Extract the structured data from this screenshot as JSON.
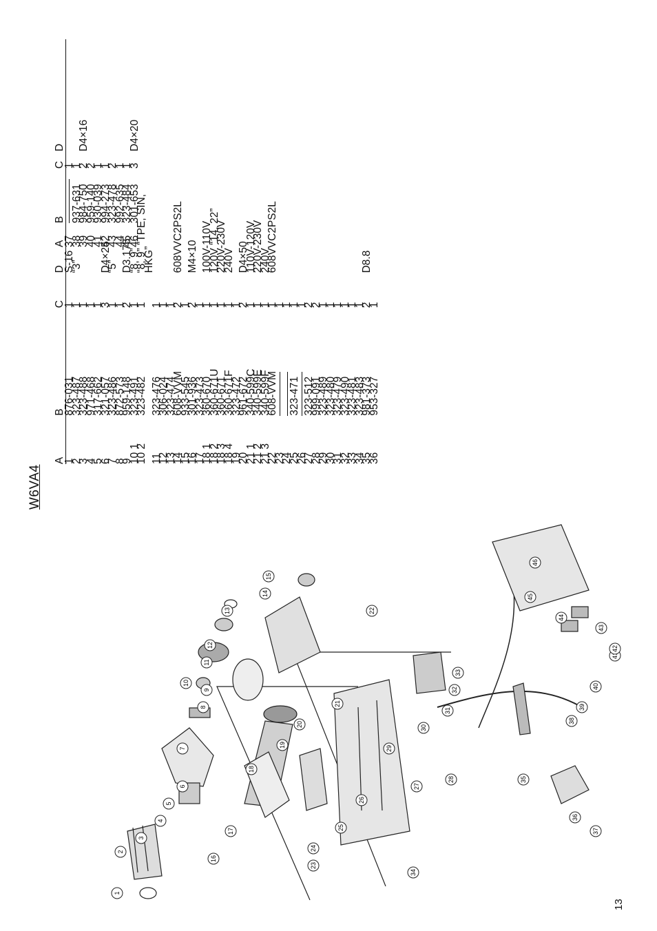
{
  "title": "W6VA4",
  "page_number": "13",
  "headers": {
    "a": "A",
    "b": "B",
    "c": "C",
    "d": "D"
  },
  "table1": [
    {
      "a": "1",
      "b": "876-031",
      "c": "1",
      "d": "S-16"
    },
    {
      "a": "2",
      "b": "323-487",
      "c": "1",
      "d": "“3”"
    },
    {
      "a": "3",
      "b": "323-488",
      "c": "1",
      "d": ""
    },
    {
      "a": "4",
      "b": "971-468",
      "c": "1",
      "d": ""
    },
    {
      "a": "5",
      "b": "317-662",
      "c": "1",
      "d": ""
    },
    {
      "a": "6",
      "b": "321-057",
      "c": "3",
      "d": "D4×25"
    },
    {
      "a": "7",
      "b": "323-486",
      "c": "1",
      "d": "“5”"
    },
    {
      "a": "8",
      "b": "872-573",
      "c": "1",
      "d": ""
    },
    {
      "a": "9",
      "b": "959-148",
      "c": "2",
      "d": "D3.175"
    },
    {
      "a": "10 1",
      "b": "323-491",
      "c": "1",
      "d": "“8, 9”"
    },
    {
      "a": "10 2",
      "b": "323-482",
      "c": "1",
      "d": "“8, 9” “TPE, SIN,"
    },
    {
      "a": "",
      "b": "",
      "c": "",
      "d": "HKG”"
    },
    {
      "a": "11",
      "b": "323-476",
      "c": "1",
      "d": ""
    },
    {
      "a": "12",
      "b": "306-024",
      "c": "1",
      "d": ""
    },
    {
      "a": "13",
      "b": "323-474",
      "c": "1",
      "d": ""
    },
    {
      "a": "14",
      "b": "608-VVM",
      "c": "2",
      "d": "608VVC2PS2L"
    },
    {
      "a": "15",
      "b": "933-545",
      "c": "1",
      "d": ""
    },
    {
      "a": "16",
      "b": "301-936",
      "c": "2",
      "d": "M4×10"
    },
    {
      "a": "17",
      "b": "323-473",
      "c": "1",
      "d": ""
    },
    {
      "a": "18 1",
      "b": "360-670",
      "c": "1",
      "d": "100V-110V"
    },
    {
      "a": "18 2",
      "b": "360-671U",
      "c": "1",
      "d": "120V “14, 22”"
    },
    {
      "a": "18 3",
      "b": "360-671",
      "c": "1",
      "d": "220V-230V"
    },
    {
      "a": "18 4",
      "b": "360-671F",
      "c": "1",
      "d": "240V"
    },
    {
      "a": "19",
      "b": "323-472",
      "c": "1",
      "d": ""
    },
    {
      "a": "20",
      "b": "961-672",
      "c": "2",
      "d": "D4×50"
    },
    {
      "a": "21 1",
      "b": "340-599C",
      "c": "1",
      "d": "110V-120V"
    },
    {
      "a": "21 2",
      "b": "340-599E",
      "c": "1",
      "d": "220V-230V"
    },
    {
      "a": "21 3",
      "b": "340-599F",
      "c": "1",
      "d": "240V"
    },
    {
      "a": "22",
      "b": "608-VVM",
      "c": "1",
      "d": "608VVC2PS2L"
    },
    {
      "a": "23",
      "b": "—",
      "c": "1",
      "d": ""
    },
    {
      "a": "24",
      "b": "—",
      "c": "1",
      "d": ""
    },
    {
      "a": "25",
      "b": "323-471",
      "c": "1",
      "d": ""
    },
    {
      "a": "26",
      "b": "—",
      "c": "1",
      "d": ""
    },
    {
      "a": "27",
      "b": "323-512",
      "c": "2",
      "d": ""
    },
    {
      "a": "28",
      "b": "999-091",
      "c": "2",
      "d": ""
    },
    {
      "a": "29",
      "b": "323-489",
      "c": "1",
      "d": ""
    },
    {
      "a": "30",
      "b": "323-480",
      "c": "1",
      "d": ""
    },
    {
      "a": "31",
      "b": "323-479",
      "c": "1",
      "d": ""
    },
    {
      "a": "32",
      "b": "323-490",
      "c": "1",
      "d": ""
    },
    {
      "a": "33",
      "b": "323-481",
      "c": "1",
      "d": ""
    },
    {
      "a": "34",
      "b": "323-483",
      "c": "1",
      "d": ""
    },
    {
      "a": "35",
      "b": "981-373",
      "c": "2",
      "d": "D8.8"
    },
    {
      "a": "36",
      "b": "953-327",
      "c": "1",
      "d": ""
    }
  ],
  "table2": [
    {
      "a": "37",
      "b": "—",
      "c": "1",
      "d": ""
    },
    {
      "a": "38",
      "b": "937-631",
      "c": "1",
      "d": ""
    },
    {
      "a": "39",
      "b": "984-750",
      "c": "2",
      "d": "D4×16"
    },
    {
      "a": "40",
      "b": "959-140",
      "c": "2",
      "d": ""
    },
    {
      "a": "41",
      "b": "930-039",
      "c": "1",
      "d": ""
    },
    {
      "a": "42",
      "b": "994-273",
      "c": "1",
      "d": ""
    },
    {
      "a": "43",
      "b": "323-478",
      "c": "2",
      "d": ""
    },
    {
      "a": "44",
      "b": "992-635",
      "c": "1",
      "d": ""
    },
    {
      "a": "45",
      "b": "323-484",
      "c": "1",
      "d": ""
    },
    {
      "a": "46",
      "b": "301-653",
      "c": "3",
      "d": "D4×20"
    }
  ],
  "callouts": [
    "1",
    "2",
    "3",
    "4",
    "5",
    "6",
    "7",
    "8",
    "9",
    "10",
    "11",
    "12",
    "13",
    "14",
    "15",
    "16",
    "17",
    "18",
    "19",
    "20",
    "21",
    "22",
    "23",
    "24",
    "25",
    "26",
    "27",
    "28",
    "29",
    "30",
    "31",
    "32",
    "33",
    "34",
    "35",
    "36",
    "37",
    "38",
    "39",
    "40",
    "41",
    "42",
    "43",
    "44",
    "45",
    "46"
  ]
}
